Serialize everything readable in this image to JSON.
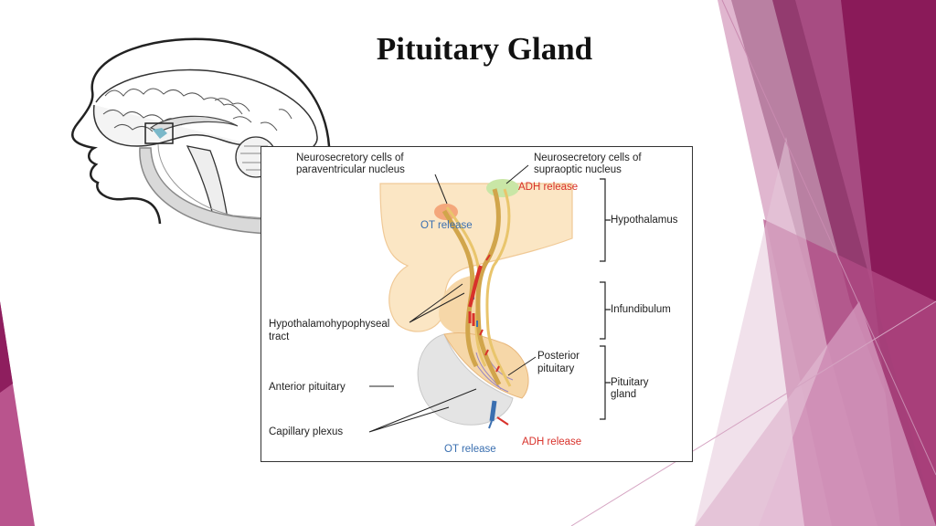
{
  "slide": {
    "title": "Pituitary Gland",
    "accent_colors": [
      "#8e1e5e",
      "#b24c86",
      "#d9a3c4"
    ]
  },
  "diagram": {
    "labels": {
      "paraventricular_1": "Neurosecretory cells of",
      "paraventricular_2": "paraventricular nucleus",
      "supraoptic_1": "Neurosecretory cells of",
      "supraoptic_2": "supraoptic nucleus",
      "adh_release_top": "ADH release",
      "ot_release_top": "OT release",
      "hypothalamus": "Hypothalamus",
      "infundibulum": "Infundibulum",
      "tract_1": "Hypothalamohypophyseal",
      "tract_2": "tract",
      "posterior_1": "Posterior",
      "posterior_2": "pituitary",
      "anterior": "Anterior pituitary",
      "gland_1": "Pituitary",
      "gland_2": "gland",
      "capillary": "Capillary plexus",
      "ot_release_bottom": "OT release",
      "adh_release_bottom": "ADH release"
    }
  }
}
